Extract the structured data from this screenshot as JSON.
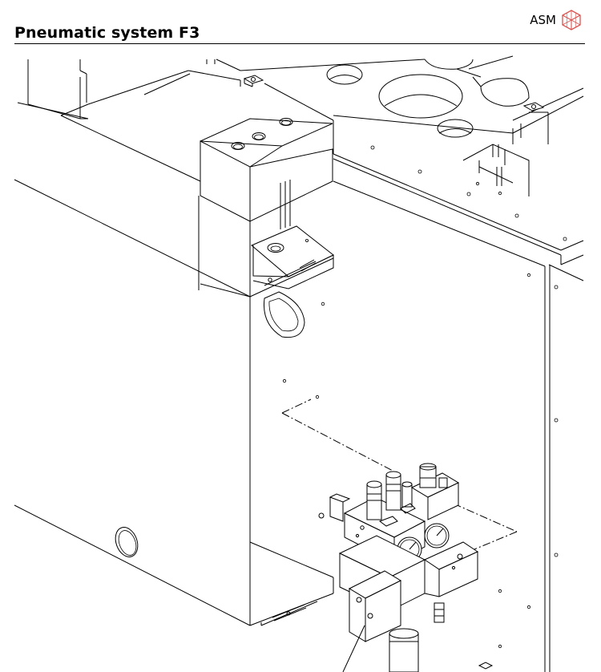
{
  "header": {
    "title": "Pneumatic system F3",
    "brand": "ASM",
    "logo_icon": "asm-cube-logo-icon",
    "logo_color": "#d9534f"
  },
  "drawing": {
    "subject": "isometric-line-drawing",
    "components": [
      "frame-panel",
      "bracket",
      "pneumatic-valve-manifold",
      "pressure-gauges",
      "filter-regulator"
    ]
  }
}
